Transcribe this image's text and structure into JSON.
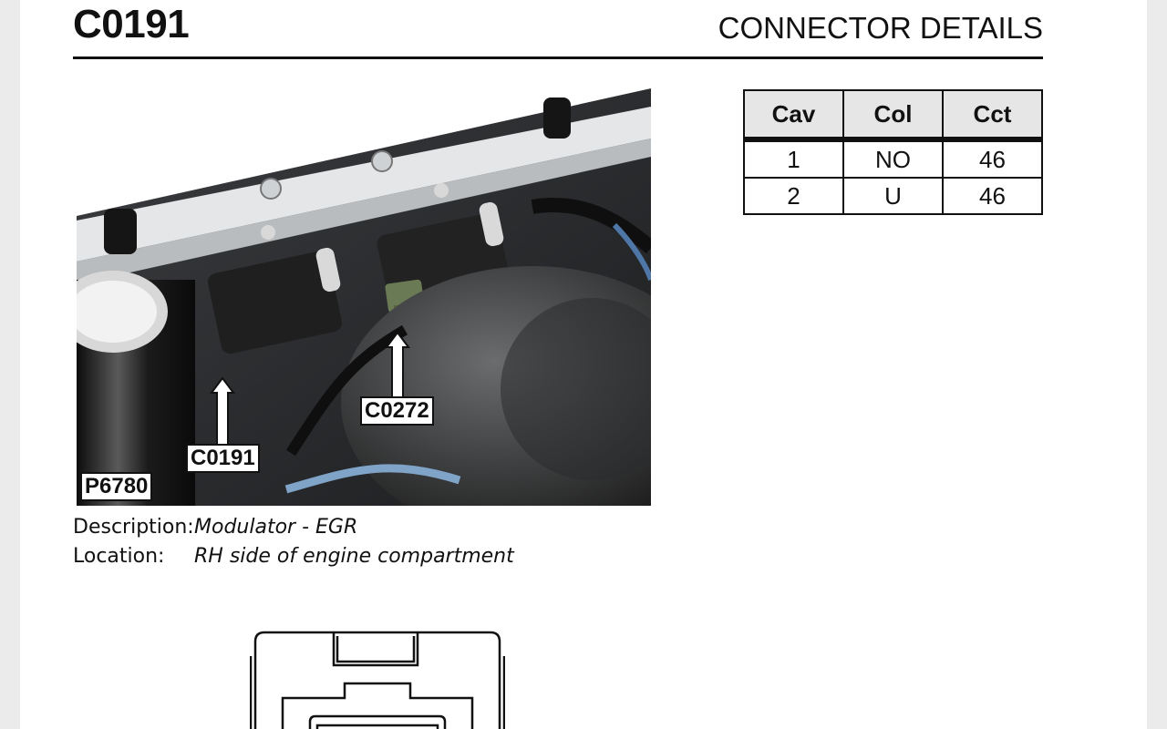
{
  "header": {
    "code": "C0191",
    "section": "CONNECTOR DETAILS"
  },
  "photo": {
    "reference": "P6780",
    "callouts": [
      "C0191",
      "C0272"
    ]
  },
  "description": {
    "description_label": "Description:",
    "description_value": "Modulator - EGR",
    "location_label": "Location:",
    "location_value": "RH side of engine compartment"
  },
  "pin_table": {
    "headers": [
      "Cav",
      "Col",
      "Cct"
    ],
    "rows": [
      [
        "1",
        "NO",
        "46"
      ],
      [
        "2",
        "U",
        "46"
      ]
    ]
  }
}
